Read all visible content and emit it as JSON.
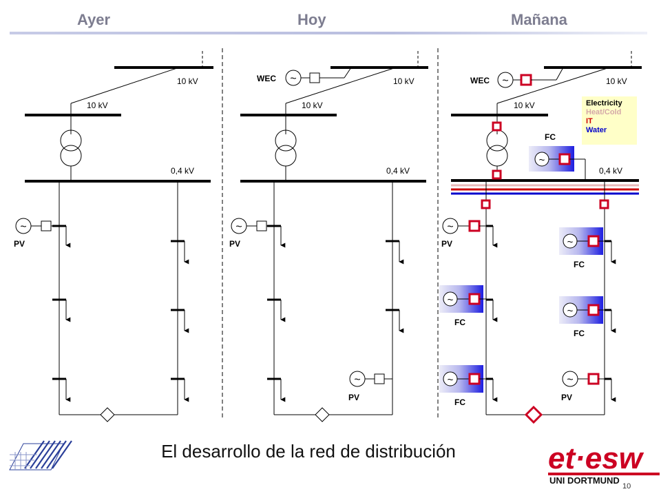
{
  "headers": {
    "ayer": "Ayer",
    "hoy": "Hoy",
    "manana": "Mañana"
  },
  "labels": {
    "kv10": "10 kV",
    "kv04": "0,4 kV",
    "pv": "PV",
    "wec": "WEC",
    "fc": "FC",
    "tilde": "~"
  },
  "legend": {
    "electricity": "Electricity",
    "heat": "Heat/Cold",
    "it": "IT",
    "water": "Water",
    "colors": {
      "electricity": "#000000",
      "heat": "#e0b0b0",
      "it": "#cc0000",
      "water": "#0000cc"
    }
  },
  "title": "El desarrollo de la red de distribución",
  "page_number": "10",
  "logo": {
    "text": "et·esw",
    "subtext": "UNI DORTMUND"
  },
  "colors": {
    "header": "#7d7d90",
    "smart_node": "#cc0022",
    "fc_blue": "#3a3ae0"
  }
}
